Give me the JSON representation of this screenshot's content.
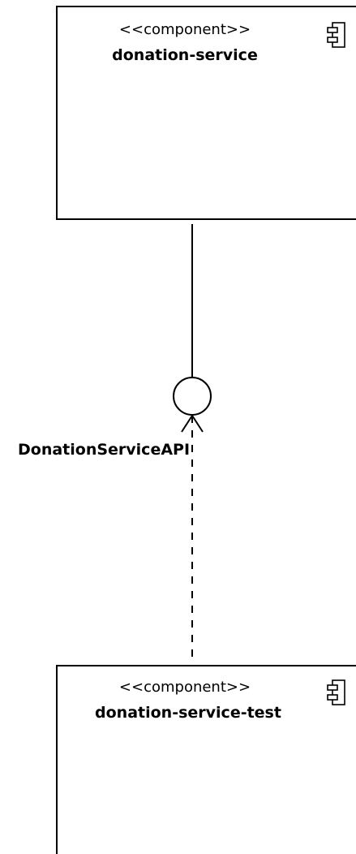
{
  "components": [
    {
      "stereotype": "<<component>>",
      "name": "donation-service",
      "icon": "component-icon"
    },
    {
      "stereotype": "<<component>>",
      "name": "donation-service-test",
      "icon": "component-icon"
    }
  ],
  "interface": {
    "name": "DonationServiceAPI"
  },
  "relations": [
    {
      "type": "provides",
      "from": "donation-service",
      "to": "DonationServiceAPI",
      "style": "solid"
    },
    {
      "type": "uses",
      "from": "donation-service-test",
      "to": "DonationServiceAPI",
      "style": "dashed"
    }
  ]
}
